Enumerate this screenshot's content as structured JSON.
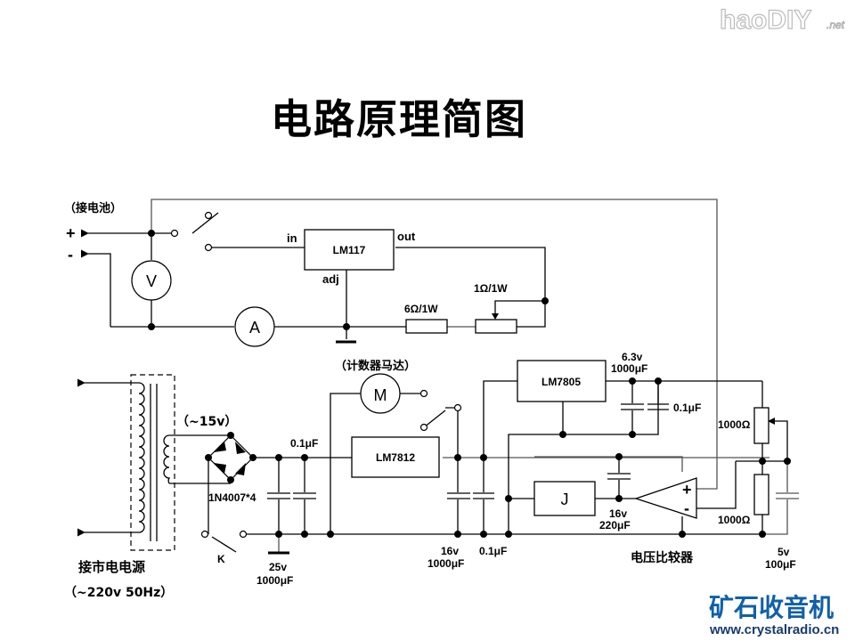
{
  "watermark": {
    "site_logo": "haoDIY",
    "site_logo_suffix": ".net"
  },
  "title": "电路原理简图",
  "battery_section": {
    "label": "（接电池）",
    "plus": "+",
    "minus": "-",
    "voltmeter": "V",
    "ammeter": "A",
    "regulator": {
      "name": "LM117",
      "pin_in": "in",
      "pin_out": "out",
      "pin_adj": "adj"
    },
    "resistor_fixed": "6Ω/1W",
    "resistor_pot": "1Ω/1W"
  },
  "power_section": {
    "mains_label": "接市电电源",
    "mains_spec": "（~220v 50Hz）",
    "secondary_voltage": "（~15v）",
    "rectifier": "1N4007*4",
    "switch_label": "K",
    "cap_main": {
      "voltage": "25v",
      "value": "1000μF"
    },
    "cap_small_1": "0.1μF",
    "motor_label": "（计数器马达）",
    "motor": "M",
    "reg_12": "LM7812",
    "cap_16v": {
      "voltage": "16v",
      "value": "1000μF"
    },
    "cap_small_2": "0.1μF",
    "reg_5": "LM7805",
    "cap_63v": {
      "voltage": "6.3v",
      "value": "1000μF"
    },
    "cap_small_3": "0.1μF",
    "timer_block": "J",
    "cap_220": {
      "voltage": "16v",
      "value": "220μF"
    },
    "comparator_label": "电压比较器",
    "comp_plus": "+",
    "comp_minus": "-",
    "pot_1000": "1000Ω",
    "res_1000": "1000Ω",
    "cap_5v": {
      "voltage": "5v",
      "value": "100μF"
    }
  },
  "brand": {
    "name": "矿石收音机",
    "url": "www.crystalradio.cn",
    "color": "#1060a8"
  }
}
